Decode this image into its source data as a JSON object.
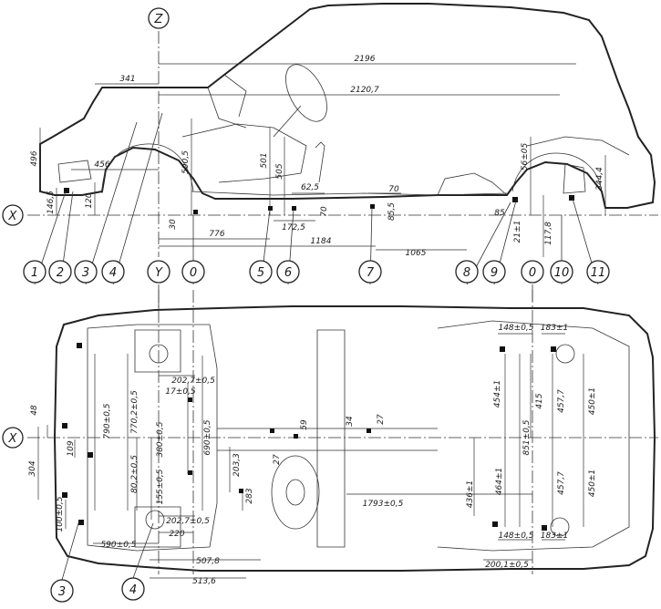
{
  "axes": {
    "z": "Z",
    "x_top": "X",
    "x_bottom": "X",
    "y": "Y"
  },
  "callouts": {
    "top_row": [
      "1",
      "2",
      "3",
      "4",
      "0",
      "5",
      "6",
      "7",
      "8",
      "9",
      "0",
      "10",
      "11"
    ],
    "bottom_left": "3",
    "bottom_mid": "4"
  },
  "side_view_dimensions": {
    "d2196": "2196",
    "d2120_7": "2120,7",
    "d341": "341",
    "d496": "496",
    "d456": "456",
    "d146_5": "146,5",
    "d120": "120",
    "d500_5": "500,5",
    "d501": "501",
    "d505": "505",
    "d62_5": "62,5",
    "d70": "70",
    "d70b": "70",
    "d172_5": "172,5",
    "d85_5": "85,5",
    "d776": "776",
    "d30": "30",
    "d1184": "1184",
    "d1065": "1065",
    "d56_05": "56±05",
    "d344_4": "344,4",
    "d21_1": "21±1",
    "d117_8": "117,8",
    "d85": "85"
  },
  "plan_view_dimensions": {
    "d790_5": "790±0,5",
    "d770_2_5": "770,2±0,5",
    "d202_7_top": "202,7±0,5",
    "d17_5": "17±0,5",
    "d690_5": "690±0,5",
    "d380_5": "380±0,5",
    "d48": "48",
    "d109": "109",
    "d304": "304",
    "d80_2_5": "80,2±0,5",
    "d155_5": "155±0,5",
    "d100_5": "100±0,5",
    "d590_5": "590±0,5",
    "d202_7_bot": "202,7±0,5",
    "d220": "220",
    "d203_3": "203,3",
    "d283": "283",
    "d27a": "27",
    "d59": "59",
    "d34": "34",
    "d27b": "27",
    "d1793_5": "1793±0,5",
    "d507_8": "507,8",
    "d513_6": "513,6",
    "d148_5_top": "148±0,5",
    "d183_1_top": "183±1",
    "d454_1": "454±1",
    "d415": "415",
    "d457_7_top": "457,7",
    "d450_1_top": "450±1",
    "d851_5": "851±0,5",
    "d464_1": "464±1",
    "d436_1": "436±1",
    "d457_7_bot": "457,7",
    "d450_1_bot": "450±1",
    "d148_5_bot": "148±0,5",
    "d183_1_bot": "183±1",
    "d200_1_5": "200,1±0,5"
  }
}
